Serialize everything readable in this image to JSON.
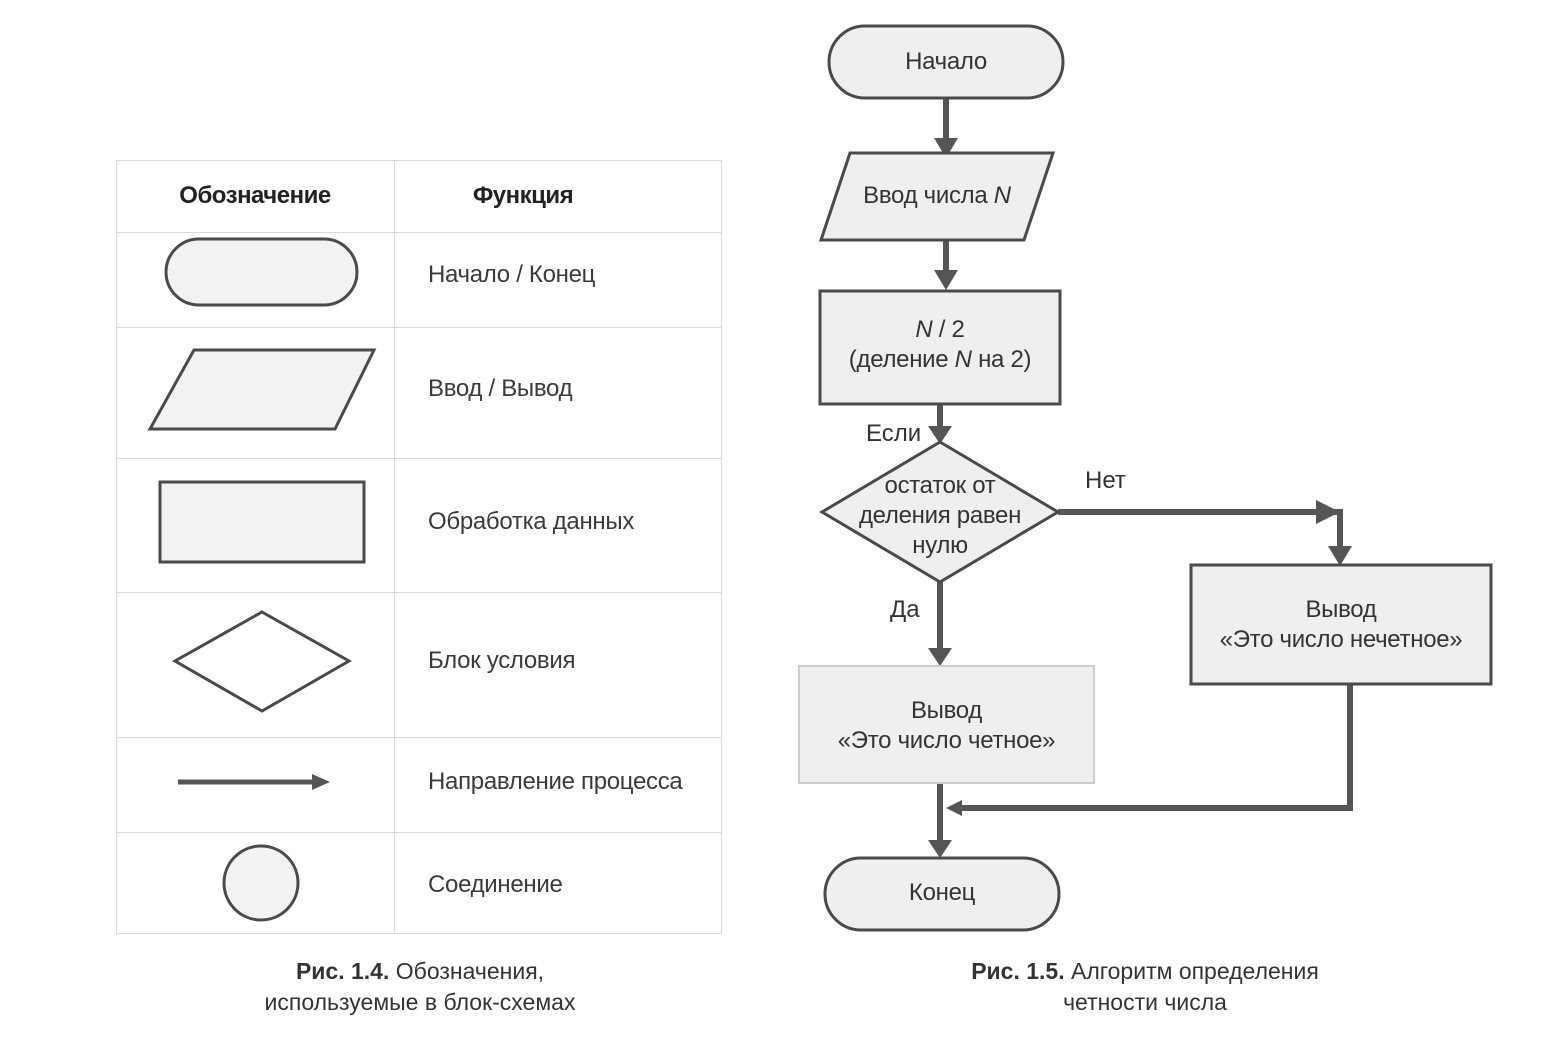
{
  "legend": {
    "header_symbol": "Обозначение",
    "header_function": "Функция",
    "rows": [
      {
        "symbol": "terminator-shape",
        "function": "Начало / Конец"
      },
      {
        "symbol": "parallelogram-shape",
        "function": "Ввод / Вывод"
      },
      {
        "symbol": "rectangle-shape",
        "function": "Обработка данных"
      },
      {
        "symbol": "diamond-shape",
        "function": "Блок условия"
      },
      {
        "symbol": "arrow-shape",
        "function": "Направление процесса"
      },
      {
        "symbol": "circle-shape",
        "function": "Соединение"
      }
    ],
    "caption_number": "Рис. 1.4.",
    "caption_line1": "Обозначения,",
    "caption_line2": "используемые в блок-схемах"
  },
  "flowchart": {
    "start": "Начало",
    "input_prefix": "Ввод числа ",
    "input_var": "N",
    "process_line1_var": "N",
    "process_line1_rest": " / 2",
    "process_line2_a": "(деление ",
    "process_line2_var": "N",
    "process_line2_b": " на 2)",
    "if_label": "Если",
    "decision_line1": "остаток от",
    "decision_line2": "деления равен",
    "decision_line3": "нулю",
    "no_label": "Нет",
    "yes_label": "Да",
    "output_odd_line1": "Вывод",
    "output_odd_line2": "«Это число нечетное»",
    "output_even_line1": "Вывод",
    "output_even_line2": "«Это число четное»",
    "end": "Конец",
    "caption_number": "Рис. 1.5.",
    "caption_line1": "Алгоритм определения",
    "caption_line2": "четности числа"
  },
  "colors": {
    "shape_fill": "#efefef",
    "stroke": "#4a4a4a",
    "grid": "#d9d9d9"
  }
}
